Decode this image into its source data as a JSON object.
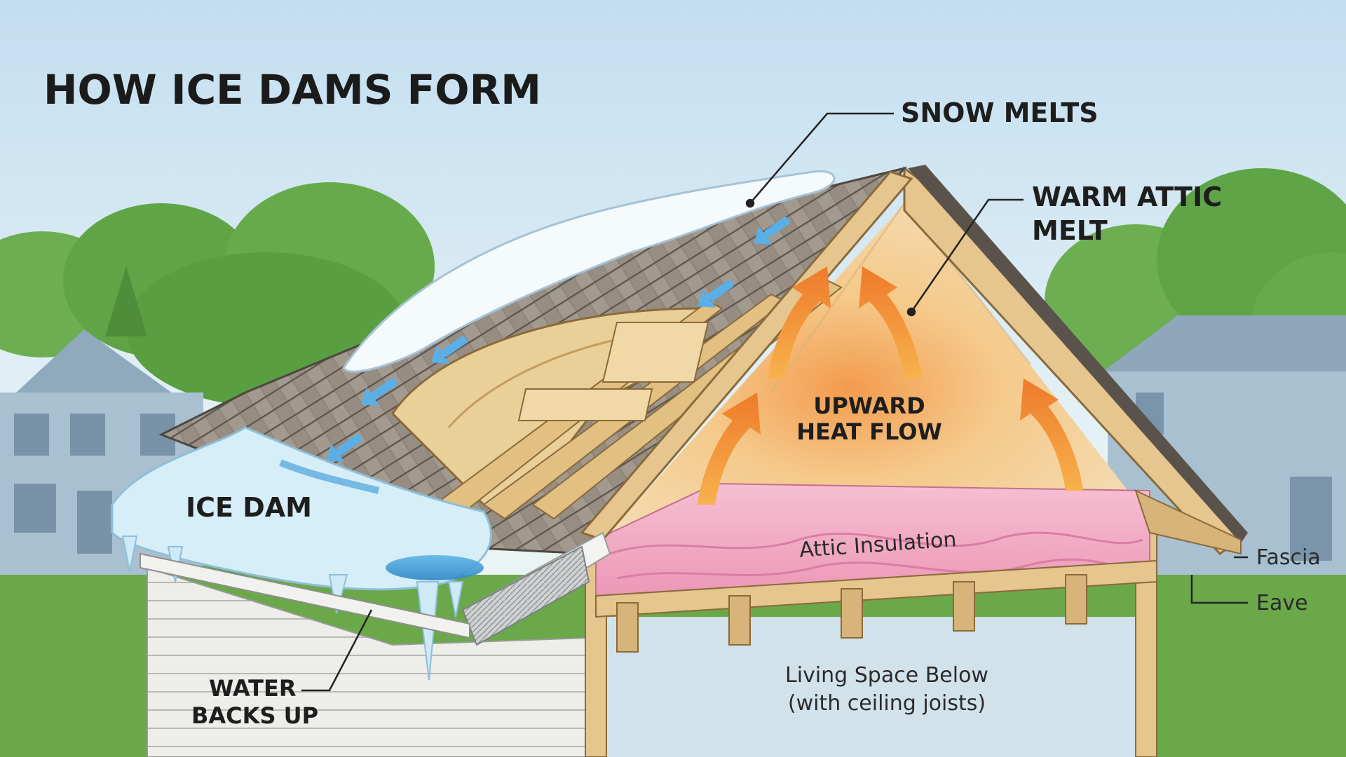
{
  "title": "HOW ICE DAMS FORM",
  "labels": {
    "snow_melts": "SNOW MELTS",
    "warm_attic_line1": "WARM ATTIC",
    "warm_attic_line2": "MELT",
    "upward_line1": "UPWARD",
    "upward_line2": "HEAT FLOW",
    "ice_dam": "ICE DAM",
    "water_line1": "WATER",
    "water_line2": "BACKS UP",
    "attic_insulation": "Attic Insulation",
    "fascia": "Fascia",
    "eave": "Eave",
    "living_line1": "Living Space Below",
    "living_line2": "(with ceiling joists)"
  },
  "colors": {
    "sky_top": "#c6e0ef",
    "sky_bottom": "#eef6f8",
    "trees": "#5fa446",
    "neighbor_house": "#9fb9cc",
    "roof_shingles": "#8c8276",
    "snow": "#f4f9fc",
    "ice": "#b8e0f2",
    "melt_water": "#3e9fd6",
    "wood": "#e4c68e",
    "attic_glow": "#f3a25a",
    "insulation": "#f1a7c1",
    "siding": "#e8e8e4",
    "melt_arrows": "#5ab0e6",
    "heat_arrows": "#f08a2c"
  },
  "icons": {
    "melt_arrows": "melt-arrow-icon",
    "heat_arrows": "heat-arrow-icon"
  }
}
